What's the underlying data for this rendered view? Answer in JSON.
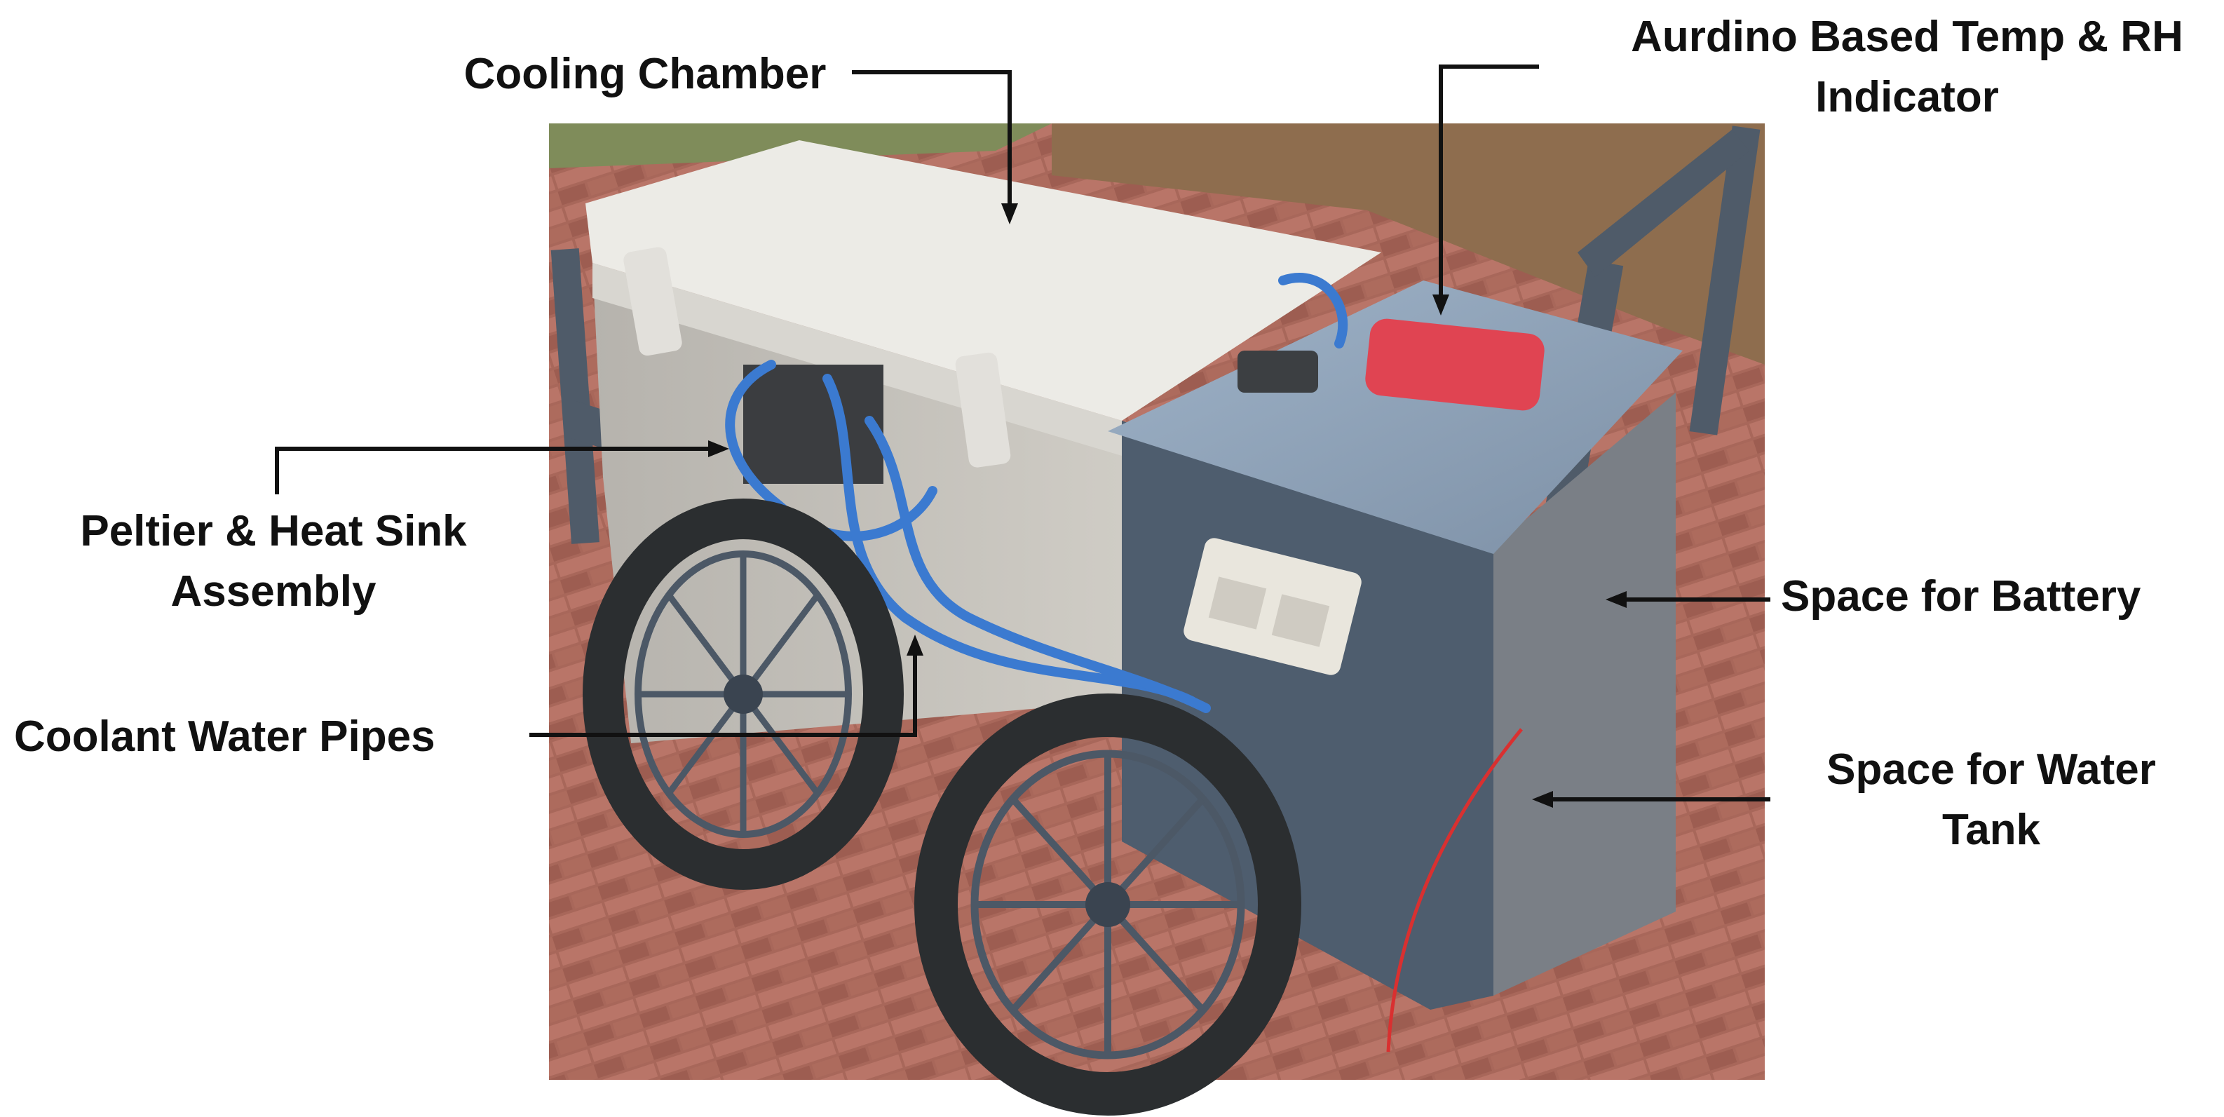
{
  "labels": {
    "cooling_chamber": [
      "Cooling Chamber"
    ],
    "temp_rh_indicator": [
      "Aurdino Based Temp & RH",
      "Indicator"
    ],
    "peltier_assembly": [
      "Peltier & Heat Sink",
      "Assembly"
    ],
    "coolant_pipes": [
      "Coolant Water Pipes"
    ],
    "battery_space": [
      "Space for Battery"
    ],
    "water_tank_space": [
      "Space for Water",
      "Tank"
    ]
  },
  "colors": {
    "background": "#ffffff",
    "label_text": "#111111",
    "leader_line": "#111111",
    "ground_brick": "#a9685a",
    "soil": "#8b6a4a",
    "chamber_white": "#ecebe6",
    "cabinet_blue": "#4e5d6e",
    "frame_blue": "#4f5b69",
    "tire_black": "#2b2e30",
    "pipe_blue": "#3b7ad0",
    "indicator_red": "#e04452",
    "switch_white": "#e9e6dd",
    "wire_red": "#d93030"
  }
}
